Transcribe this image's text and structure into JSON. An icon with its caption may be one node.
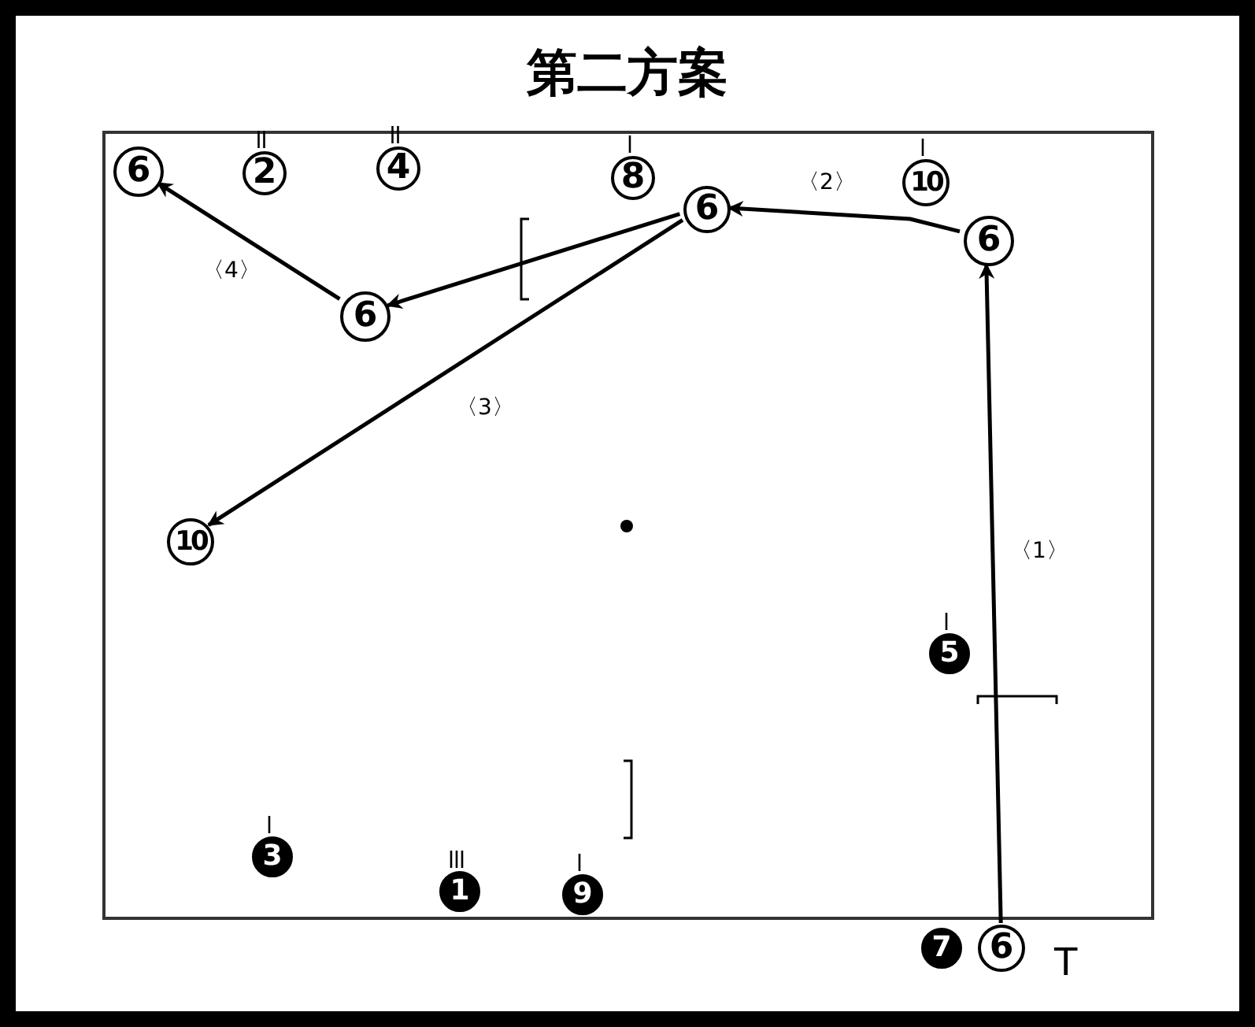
{
  "diagram": {
    "title": "第二方案",
    "nodes": [
      {
        "text": [],
        "shape": "box"
      },
      {
        "text": [
          "6"
        ],
        "in": 0
      },
      {
        "text": [
          "2"
        ],
        "in": 0
      },
      {
        "text": [
          "4"
        ],
        "in": 0
      },
      {
        "text": [
          "8"
        ],
        "in": 0
      },
      {
        "text": [
          "6"
        ],
        "in": 0
      },
      {
        "text": [
          "10"
        ],
        "in": 0
      },
      {
        "text": [
          "6"
        ],
        "in": 0
      },
      {
        "text": [
          "6"
        ],
        "in": 0
      },
      {
        "text": [
          "10"
        ],
        "in": 0
      },
      {
        "text": [
          "5"
        ],
        "in": 0
      },
      {
        "text": [
          "3"
        ],
        "in": 0
      },
      {
        "text": [
          "1"
        ],
        "in": 0
      },
      {
        "text": [
          "9"
        ],
        "in": 0
      },
      {
        "text": [
          "7"
        ]
      },
      {
        "text": [
          "6"
        ]
      }
    ],
    "edges": [
      {
        "from": 15,
        "to": 7,
        "arrow": "to",
        "label": "〈1〉"
      },
      {
        "from": 7,
        "to": 5,
        "arrow": "to",
        "label": "〈2〉"
      },
      {
        "from": 5,
        "to": 8,
        "arrow": "to"
      },
      {
        "from": 5,
        "to": 9,
        "arrow": "to",
        "label": "〈3〉"
      },
      {
        "from": 8,
        "to": 1,
        "arrow": "to",
        "label": "〈4〉"
      }
    ],
    "labels": [
      "T"
    ]
  }
}
